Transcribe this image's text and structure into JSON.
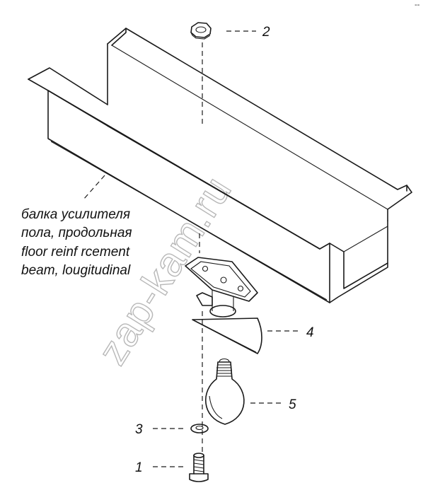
{
  "callouts": [
    {
      "id": "1",
      "label": "1"
    },
    {
      "id": "2",
      "label": "2"
    },
    {
      "id": "3",
      "label": "3"
    },
    {
      "id": "4",
      "label": "4"
    },
    {
      "id": "5",
      "label": "5"
    }
  ],
  "caption": {
    "line1": "балка усилителя",
    "line2": "пола, продольная",
    "line3": "floor  reinf rcement",
    "line4": "beam, lougitudinal"
  },
  "watermark": "zap-kam.ru",
  "corner_mark": "--"
}
